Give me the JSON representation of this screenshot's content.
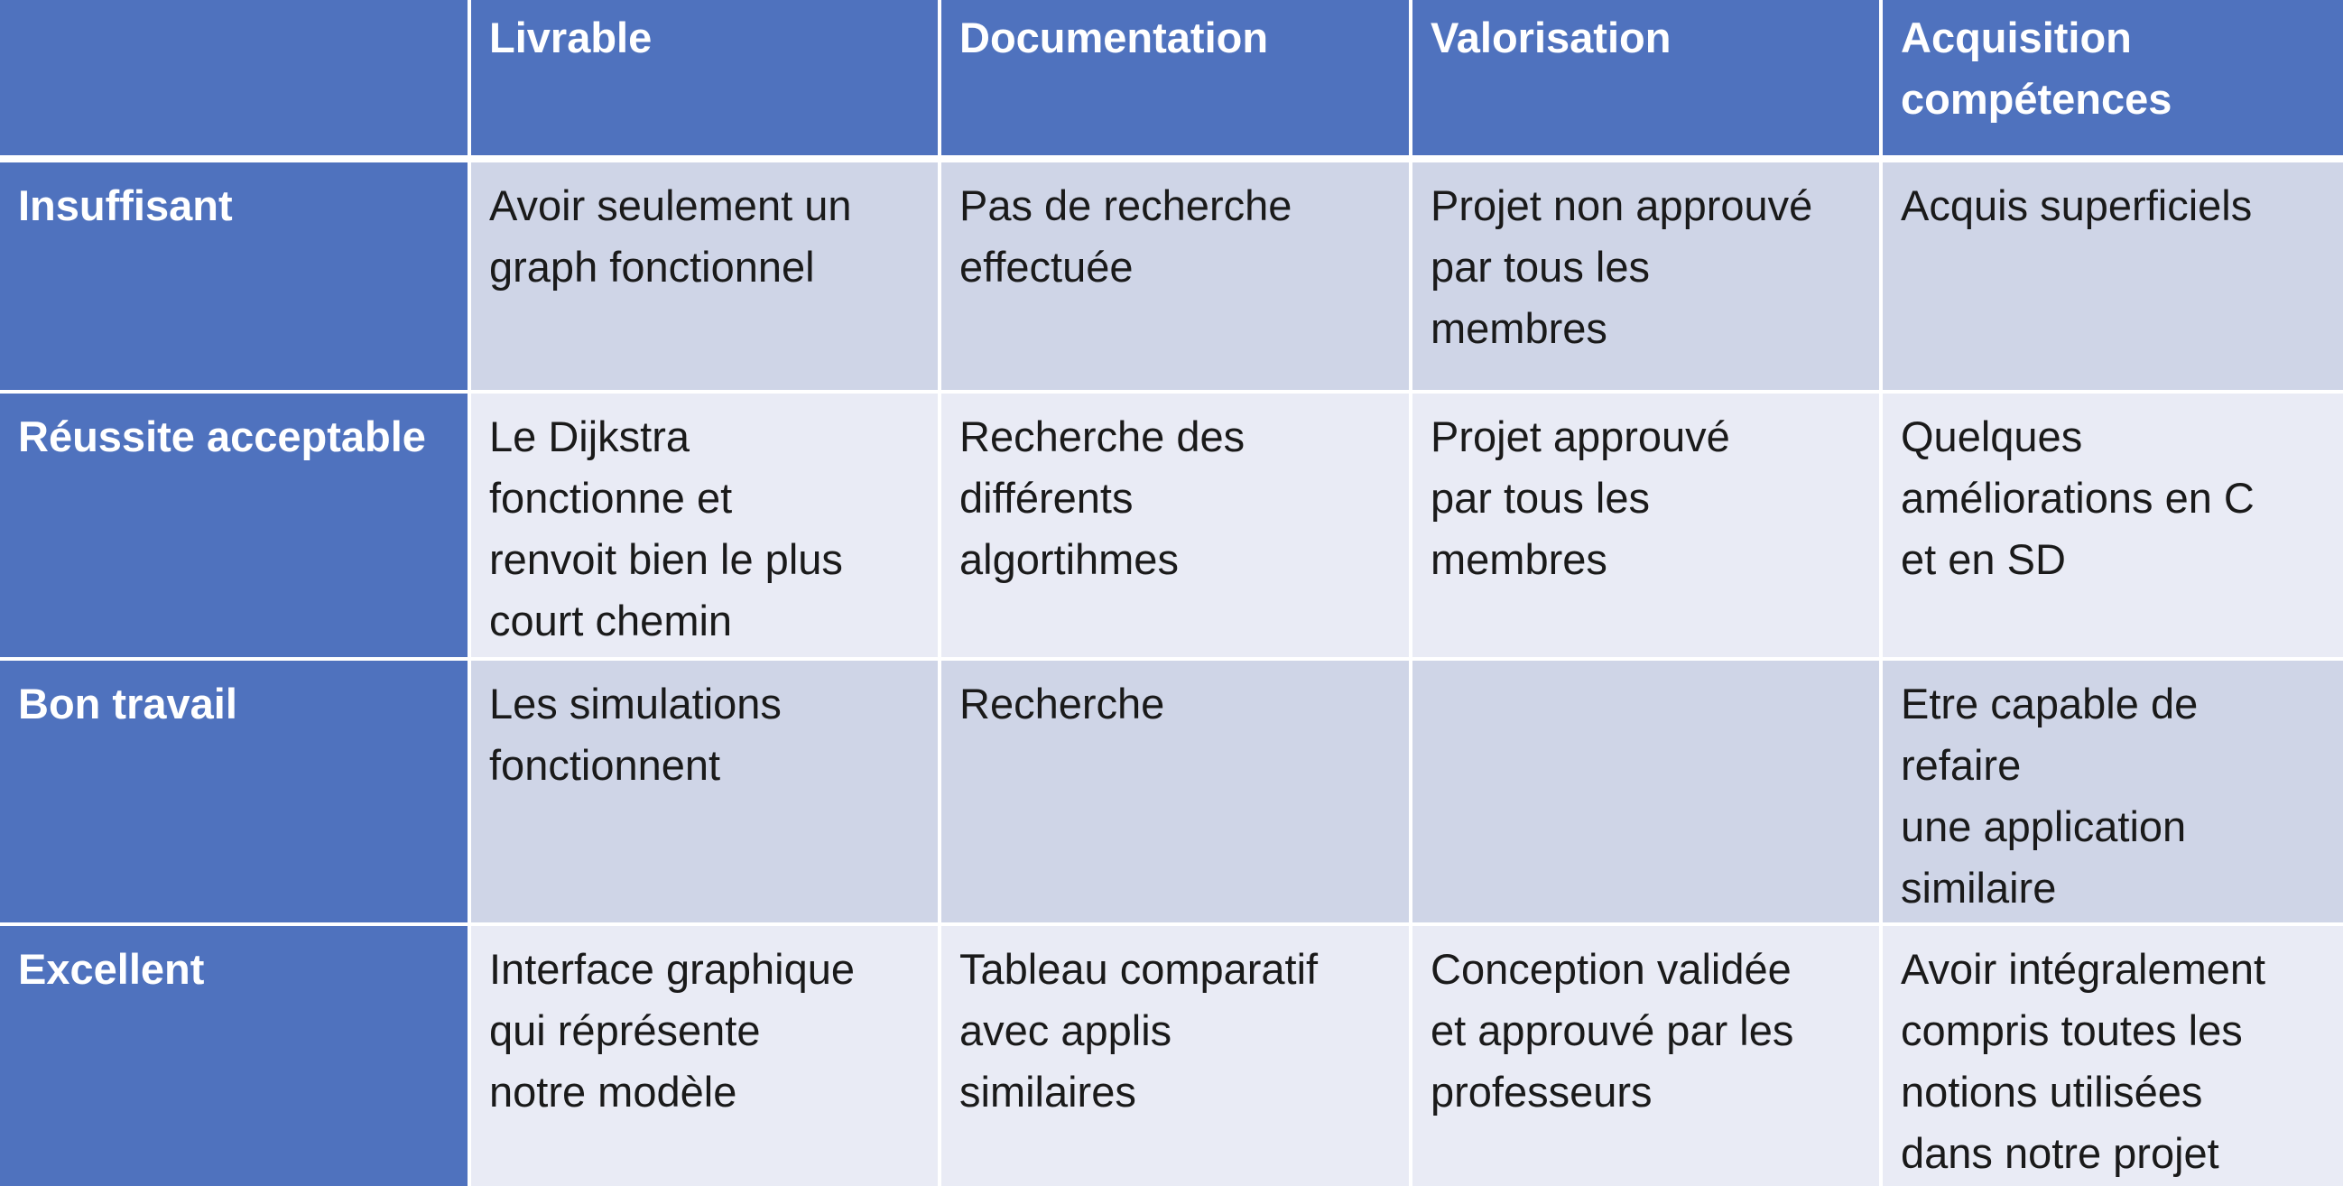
{
  "table": {
    "corner": "",
    "columns": [
      "Livrable",
      "Documentation",
      "Valorisation",
      "Acquisition\ncompétences"
    ],
    "rows": [
      {
        "label": "Insuffisant",
        "cells": [
          "Avoir seulement un\ngraph fonctionnel",
          "Pas de recherche\neffectuée",
          "Projet non approuvé\npar tous les\nmembres",
          "Acquis superficiels"
        ]
      },
      {
        "label": "Réussite acceptable",
        "cells": [
          "Le Dijkstra\nfonctionne et\nrenvoit bien le plus\ncourt chemin",
          "Recherche des\ndifférents\nalgortihmes",
          "Projet approuvé\npar tous les\nmembres",
          "Quelques\naméliorations en C\net en SD"
        ]
      },
      {
        "label": "Bon travail",
        "cells": [
          "Les simulations\nfonctionnent",
          "Recherche",
          "",
          "Etre capable de\nrefaire\nune  application\nsimilaire"
        ]
      },
      {
        "label": "Excellent",
        "cells": [
          "Interface graphique\nqui réprésente\nnotre modèle",
          "Tableau comparatif\navec applis\nsimilaires",
          "Conception validée\net approuvé par les\nprofesseurs",
          "Avoir intégralement\ncompris toutes les\nnotions utilisées\ndans notre projet"
        ]
      }
    ]
  },
  "colors": {
    "header_blue": "#4f72be",
    "row_dark": "#cfd5e7",
    "row_light": "#e9ebf5",
    "separator": "#ffffff"
  }
}
